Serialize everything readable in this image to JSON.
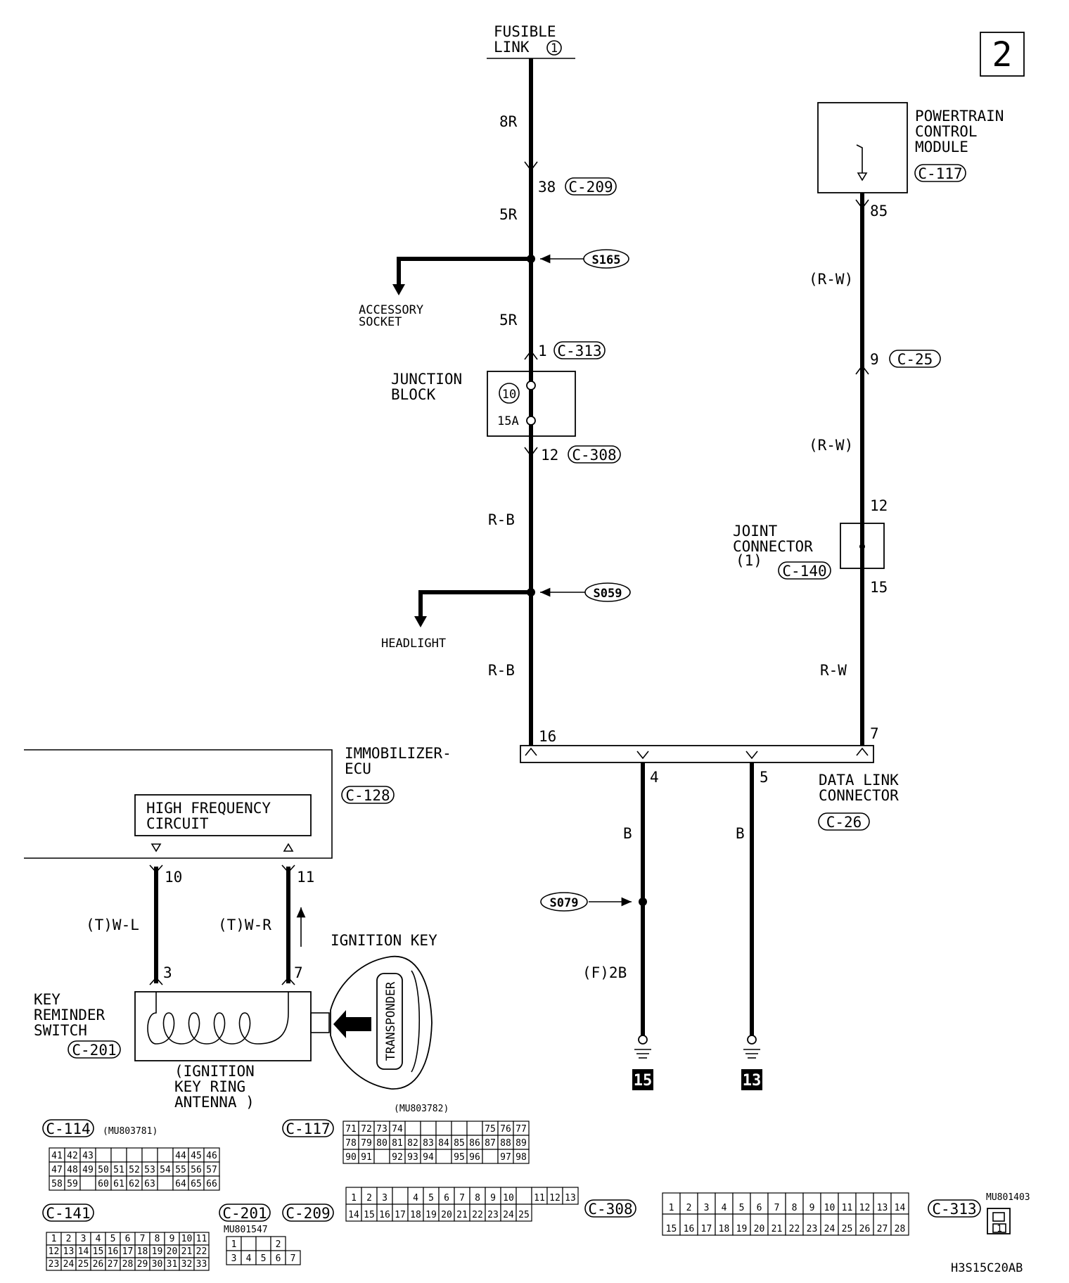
{
  "page_number": "2",
  "diagram_code": "H3S15C20AB",
  "components": {
    "fusible_link": {
      "line1": "FUSIBLE",
      "line2": "LINK",
      "number": "1"
    },
    "pcm": {
      "line1": "POWERTRAIN",
      "line2": "CONTROL",
      "line3": "MODULE",
      "connector": "C-117",
      "pin": "85"
    },
    "accessory_socket": {
      "line1": "ACCESSORY",
      "line2": "SOCKET"
    },
    "headlight": "HEADLIGHT",
    "junction_block": {
      "line1": "JUNCTION",
      "line2": "BLOCK",
      "fuse_number": "10",
      "fuse_rating": "15A"
    },
    "joint_connector": {
      "line1": "JOINT",
      "line2": "CONNECTOR",
      "line3": "(1)",
      "connector": "C-140",
      "pin_in": "12",
      "pin_out": "15"
    },
    "immobilizer_ecu": {
      "line1": "IMMOBILIZER-",
      "line2": "ECU",
      "connector": "C-128",
      "circuit_line1": "HIGH FREQUENCY",
      "circuit_line2": "CIRCUIT",
      "pin_a": "10",
      "pin_b": "11"
    },
    "data_link_connector": {
      "line1": "DATA LINK",
      "line2": "CONNECTOR",
      "connector": "C-26",
      "pin16": "16",
      "pin7": "7",
      "pin4": "4",
      "pin5": "5"
    },
    "key_reminder_switch": {
      "line1": "KEY",
      "line2": "REMINDER",
      "line3": "SWITCH",
      "connector": "C-201",
      "pin_a": "3",
      "pin_b": "7"
    },
    "antenna": {
      "line1": "(IGNITION",
      "line2": "KEY RING",
      "line3": "ANTENNA )"
    },
    "ignition_key": {
      "label": "IGNITION KEY",
      "transponder": "TRANSPONDER"
    }
  },
  "wires": {
    "w8r": "8R",
    "w5r_a": "5R",
    "w5r_b": "5R",
    "rb_a": "R-B",
    "rb_b": "R-B",
    "rw_a": "(R-W)",
    "rw_b": "(R-W)",
    "rw_c": "R-W",
    "b_a": "B",
    "b_b": "B",
    "f2b": "(F)2B",
    "twl": "(T)W-L",
    "twr": "(T)W-R"
  },
  "connectors": {
    "c209": {
      "pin": "38",
      "name": "C-209"
    },
    "c313": {
      "pin": "1",
      "name": "C-313"
    },
    "c308": {
      "pin": "12",
      "name": "C-308"
    },
    "c25": {
      "pin": "9",
      "name": "C-25"
    }
  },
  "splices": {
    "s165": "S165",
    "s059": "S059",
    "s079": "S079"
  },
  "grounds": {
    "g15": "15",
    "g13": "13"
  },
  "connector_views": {
    "c114": {
      "name": "C-114",
      "part": "(MU803781)"
    },
    "c117": {
      "name": "C-117",
      "part": "(MU803782)"
    },
    "c141": {
      "name": "C-141"
    },
    "c201": {
      "name": "C-201",
      "part": "MU801547"
    },
    "c209": {
      "name": "C-209"
    },
    "c308": {
      "name": "C-308"
    },
    "c313": {
      "name": "C-313",
      "part": "MU801403"
    }
  }
}
